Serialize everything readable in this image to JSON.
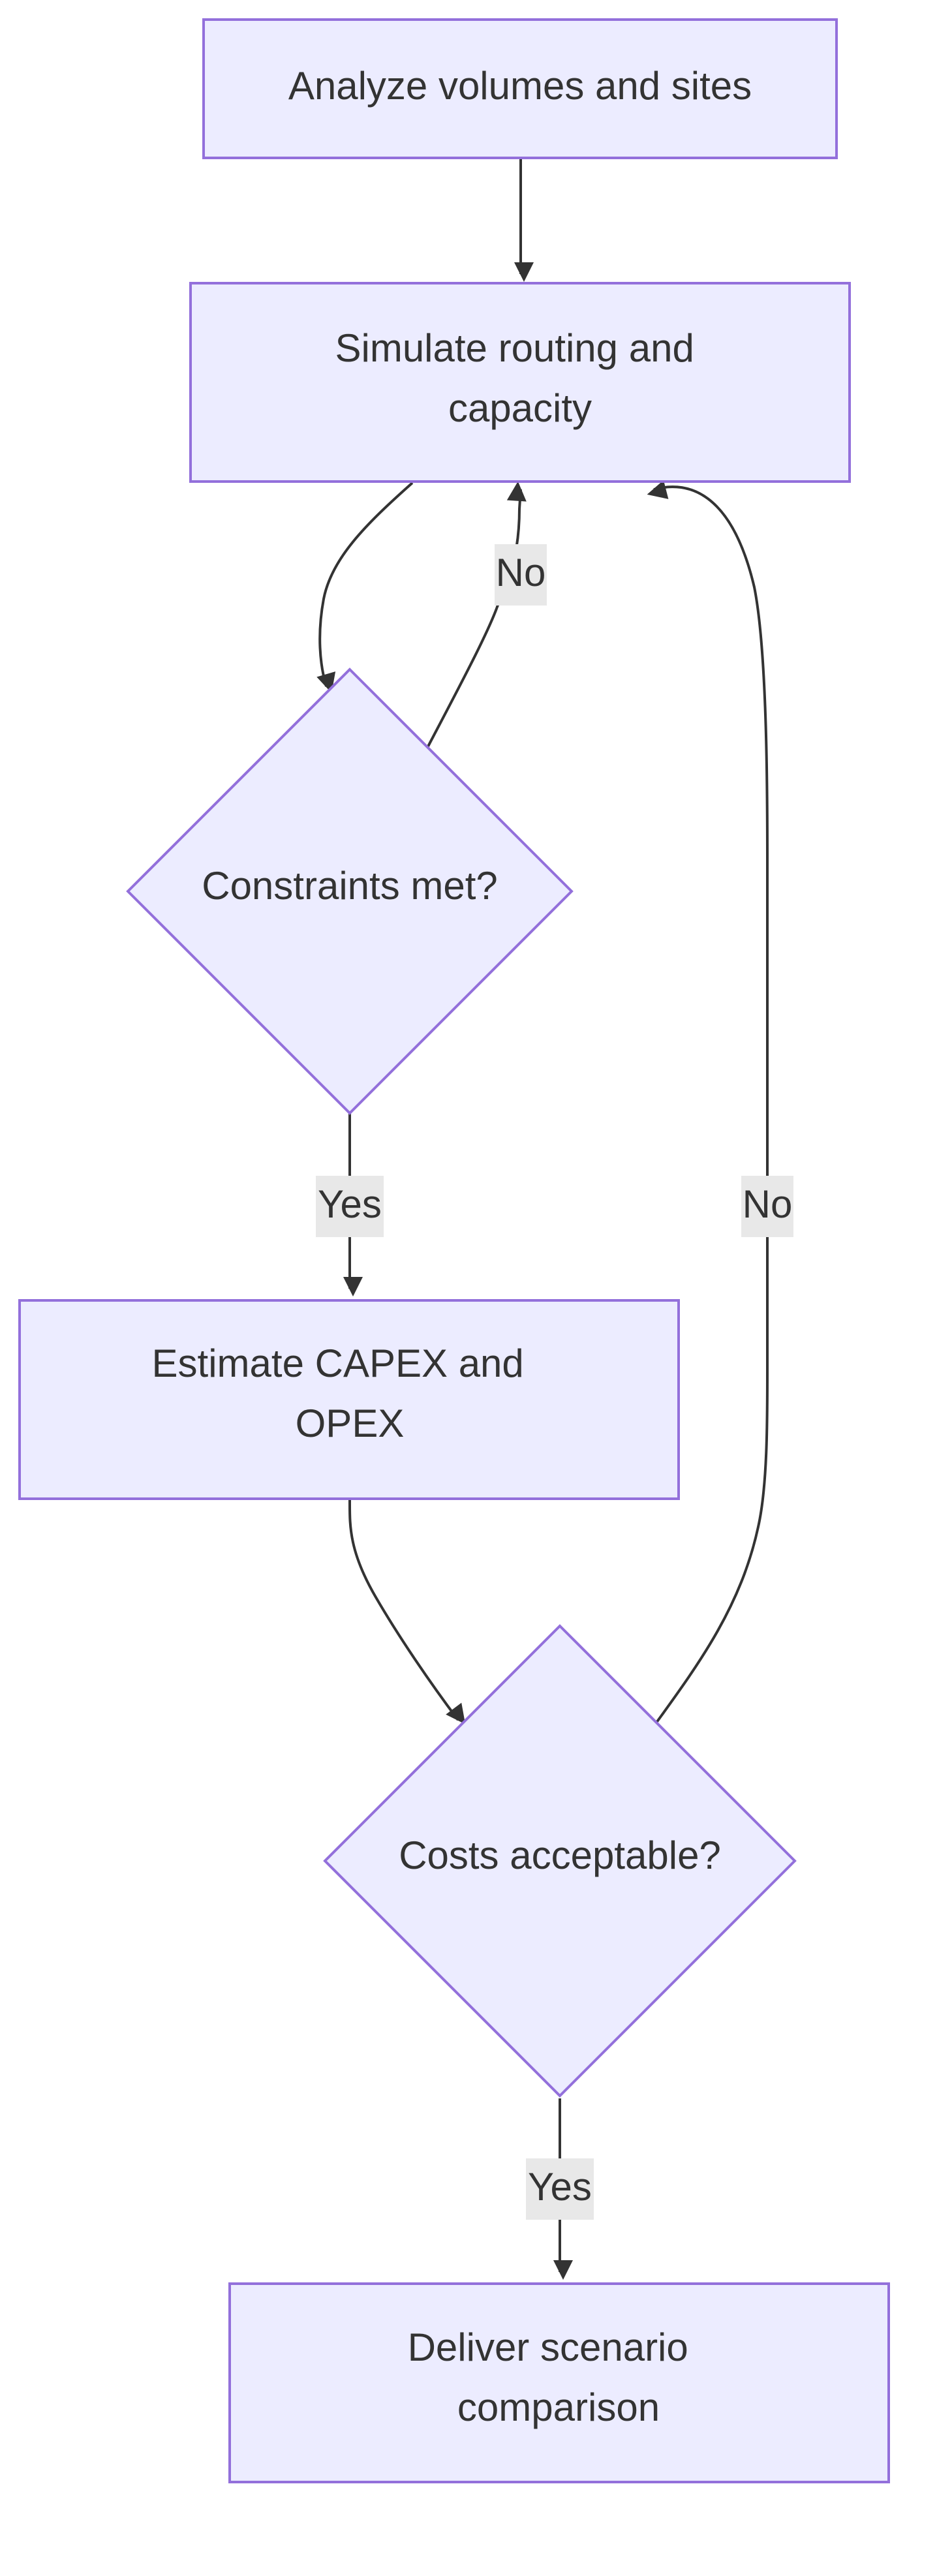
{
  "nodes": {
    "analyze": {
      "lines": [
        "Analyze volumes and sites"
      ]
    },
    "simulate": {
      "lines": [
        "Simulate routing and",
        "capacity"
      ]
    },
    "constraints": {
      "lines": [
        "Constraints met?"
      ]
    },
    "estimate": {
      "lines": [
        "Estimate CAPEX and",
        "OPEX"
      ]
    },
    "costs": {
      "lines": [
        "Costs acceptable?"
      ]
    },
    "deliver": {
      "lines": [
        "Deliver scenario",
        "comparison"
      ]
    }
  },
  "edges": {
    "constraints_no": "No",
    "constraints_yes": "Yes",
    "costs_no": "No",
    "costs_yes": "Yes"
  },
  "colors": {
    "node_fill": "#ECECFF",
    "node_stroke": "#9370DB",
    "edge": "#333333",
    "label_bg": "#E8E8E8",
    "text": "#333333"
  }
}
